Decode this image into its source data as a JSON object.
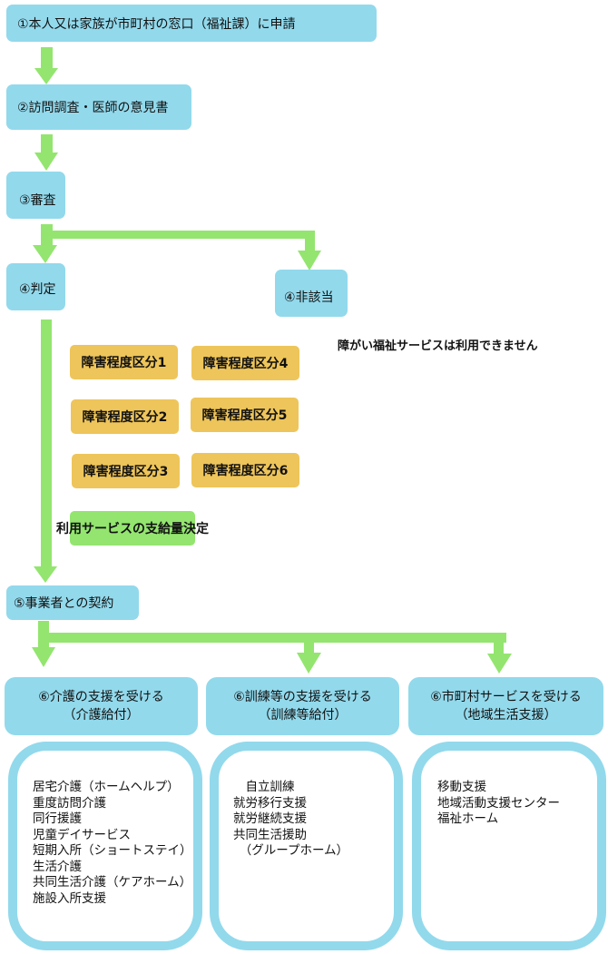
{
  "colors": {
    "step_box": "#92d9ec",
    "arrow": "#93e56f",
    "grade_box": "#eec55a",
    "decision_box": "#93e56f"
  },
  "steps": {
    "apply": "①本人又は家族が市町村の窓口（福祉課）に申請",
    "survey": "②訪問調査・医師の意見書",
    "review": "③審査",
    "judge": "④判定",
    "not_applicable": "④非該当",
    "contract": "⑤事業者との契約"
  },
  "not_applicable_note": "障がい福祉サービスは利用できません",
  "grades": [
    "障害程度区分1",
    "障害程度区分2",
    "障害程度区分3",
    "障害程度区分4",
    "障害程度区分5",
    "障害程度区分6"
  ],
  "decision": "利用サービスの支給量決定",
  "categories": [
    {
      "title": "⑥介護の支援を受ける",
      "subtitle": "（介護給付）",
      "services": [
        "居宅介護（ホームヘルプ）",
        "重度訪問介護",
        "同行援護",
        "児童デイサービス",
        "短期入所（ショートステイ）",
        "生活介護",
        "共同生活介護（ケアホーム）",
        "施設入所支援"
      ]
    },
    {
      "title": "⑥訓練等の支援を受ける",
      "subtitle": "（訓練等給付）",
      "services": [
        "　自立訓練",
        "就労移行支援",
        "就労継続支援",
        "共同生活援助",
        "　（グループホーム）"
      ]
    },
    {
      "title": "⑥市町村サービスを受ける",
      "subtitle": "（地域生活支援）",
      "services": [
        "移動支援",
        "地域活動支援センター",
        "福祉ホーム"
      ]
    }
  ]
}
